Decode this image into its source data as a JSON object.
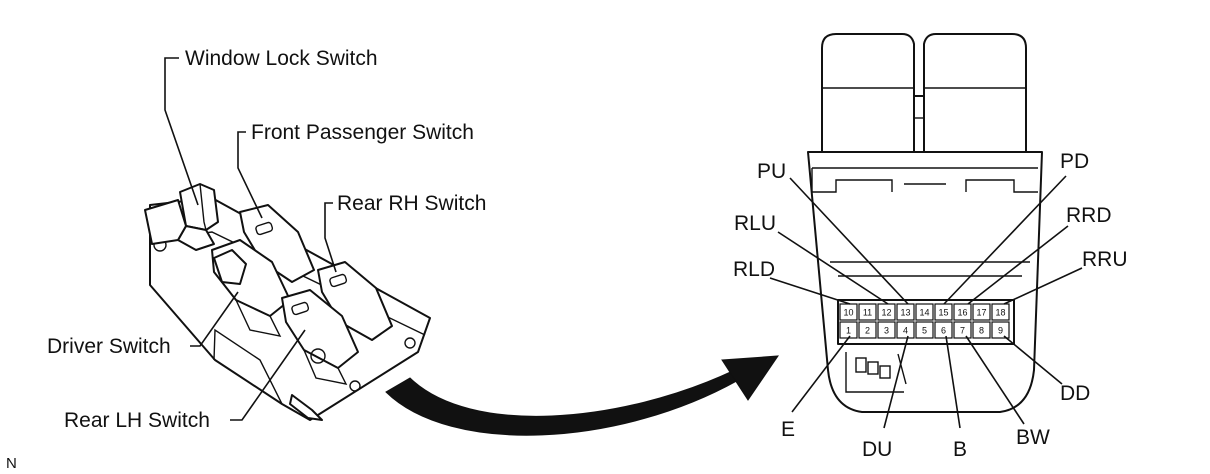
{
  "switch_labels": {
    "window_lock": "Window Lock Switch",
    "front_passenger": "Front Passenger Switch",
    "rear_rh": "Rear RH Switch",
    "driver": "Driver Switch",
    "rear_lh": "Rear LH Switch"
  },
  "connector": {
    "top_pins": [
      "10",
      "11",
      "12",
      "13",
      "14",
      "15",
      "16",
      "17",
      "18"
    ],
    "bottom_pins": [
      "1",
      "2",
      "3",
      "4",
      "5",
      "6",
      "7",
      "8",
      "9"
    ],
    "terminals": {
      "pu": "PU",
      "pd": "PD",
      "rlu": "RLU",
      "rrd": "RRD",
      "rld": "RLD",
      "rru": "RRU",
      "e": "E",
      "du": "DU",
      "b": "B",
      "bw": "BW",
      "dd": "DD"
    }
  },
  "corner_code": "N"
}
